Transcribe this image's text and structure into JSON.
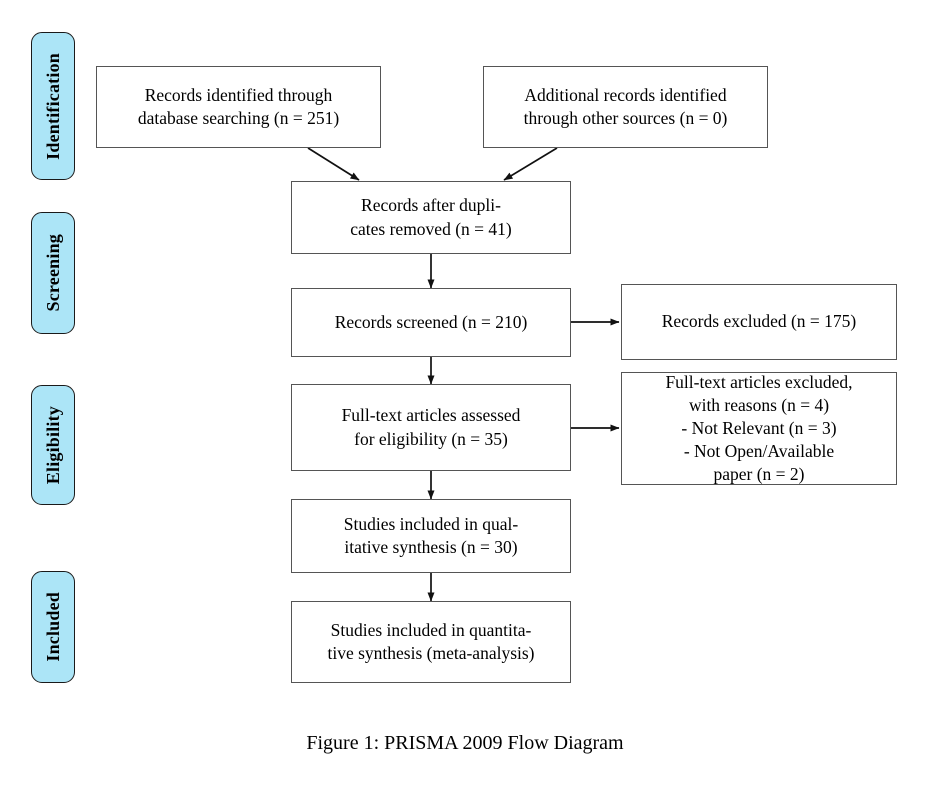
{
  "figure": {
    "caption": "Figure 1: PRISMA 2009 Flow Diagram",
    "accent_color": "#ace5f7",
    "box_border_color": "#555555",
    "phase_border_color": "#1a1a1a",
    "background_color": "#ffffff",
    "text_color": "#000000"
  },
  "phases": [
    {
      "label": "Identification"
    },
    {
      "label": "Screening"
    },
    {
      "label": "Eligibility"
    },
    {
      "label": "Included"
    }
  ],
  "boxes": {
    "records_identified": "Records identified through\ndatabase searching (n = 251)",
    "additional_records": "Additional records identified\nthrough other sources (n = 0)",
    "after_duplicates": "Records after dupli-\ncates removed (n = 41)",
    "records_screened": "Records screened (n = 210)",
    "records_excluded": "Records excluded (n = 175)",
    "fulltext_assessed": "Full-text articles assessed\nfor eligibility (n = 35)",
    "fulltext_excluded": "Full-text articles excluded,\nwith reasons (n = 4)\n- Not Relevant (n = 3)\n- Not Open/Available\npaper (n = 2)",
    "qualitative_synthesis": "Studies included in qual-\nitative synthesis (n = 30)",
    "quantitative_synthesis": "Studies included in quantita-\ntive synthesis (meta-analysis)"
  },
  "chart_data": {
    "type": "diagram",
    "title": "Figure 1: PRISMA 2009 Flow Diagram",
    "stages": [
      "Identification",
      "Screening",
      "Eligibility",
      "Included"
    ],
    "nodes": [
      {
        "id": "records_identified",
        "stage": "Identification",
        "label": "Records identified through database searching",
        "n": 251
      },
      {
        "id": "additional_records",
        "stage": "Identification",
        "label": "Additional records identified through other sources",
        "n": 0
      },
      {
        "id": "after_duplicates",
        "stage": "Screening",
        "label": "Records after duplicates removed",
        "n": 41
      },
      {
        "id": "records_screened",
        "stage": "Screening",
        "label": "Records screened",
        "n": 210
      },
      {
        "id": "records_excluded",
        "stage": "Screening",
        "label": "Records excluded",
        "n": 175
      },
      {
        "id": "fulltext_assessed",
        "stage": "Eligibility",
        "label": "Full-text articles assessed for eligibility",
        "n": 35
      },
      {
        "id": "fulltext_excluded",
        "stage": "Eligibility",
        "label": "Full-text articles excluded, with reasons",
        "n": 4,
        "reasons": [
          {
            "label": "Not Relevant",
            "n": 3
          },
          {
            "label": "Not Open/Available paper",
            "n": 2
          }
        ]
      },
      {
        "id": "qualitative_synthesis",
        "stage": "Included",
        "label": "Studies included in qualitative synthesis",
        "n": 30
      },
      {
        "id": "quantitative_synthesis",
        "stage": "Included",
        "label": "Studies included in quantitative synthesis (meta-analysis)",
        "n": null
      }
    ],
    "edges": [
      {
        "from": "records_identified",
        "to": "after_duplicates"
      },
      {
        "from": "additional_records",
        "to": "after_duplicates"
      },
      {
        "from": "after_duplicates",
        "to": "records_screened"
      },
      {
        "from": "records_screened",
        "to": "records_excluded"
      },
      {
        "from": "records_screened",
        "to": "fulltext_assessed"
      },
      {
        "from": "fulltext_assessed",
        "to": "fulltext_excluded"
      },
      {
        "from": "fulltext_assessed",
        "to": "qualitative_synthesis"
      },
      {
        "from": "qualitative_synthesis",
        "to": "quantitative_synthesis"
      }
    ]
  }
}
